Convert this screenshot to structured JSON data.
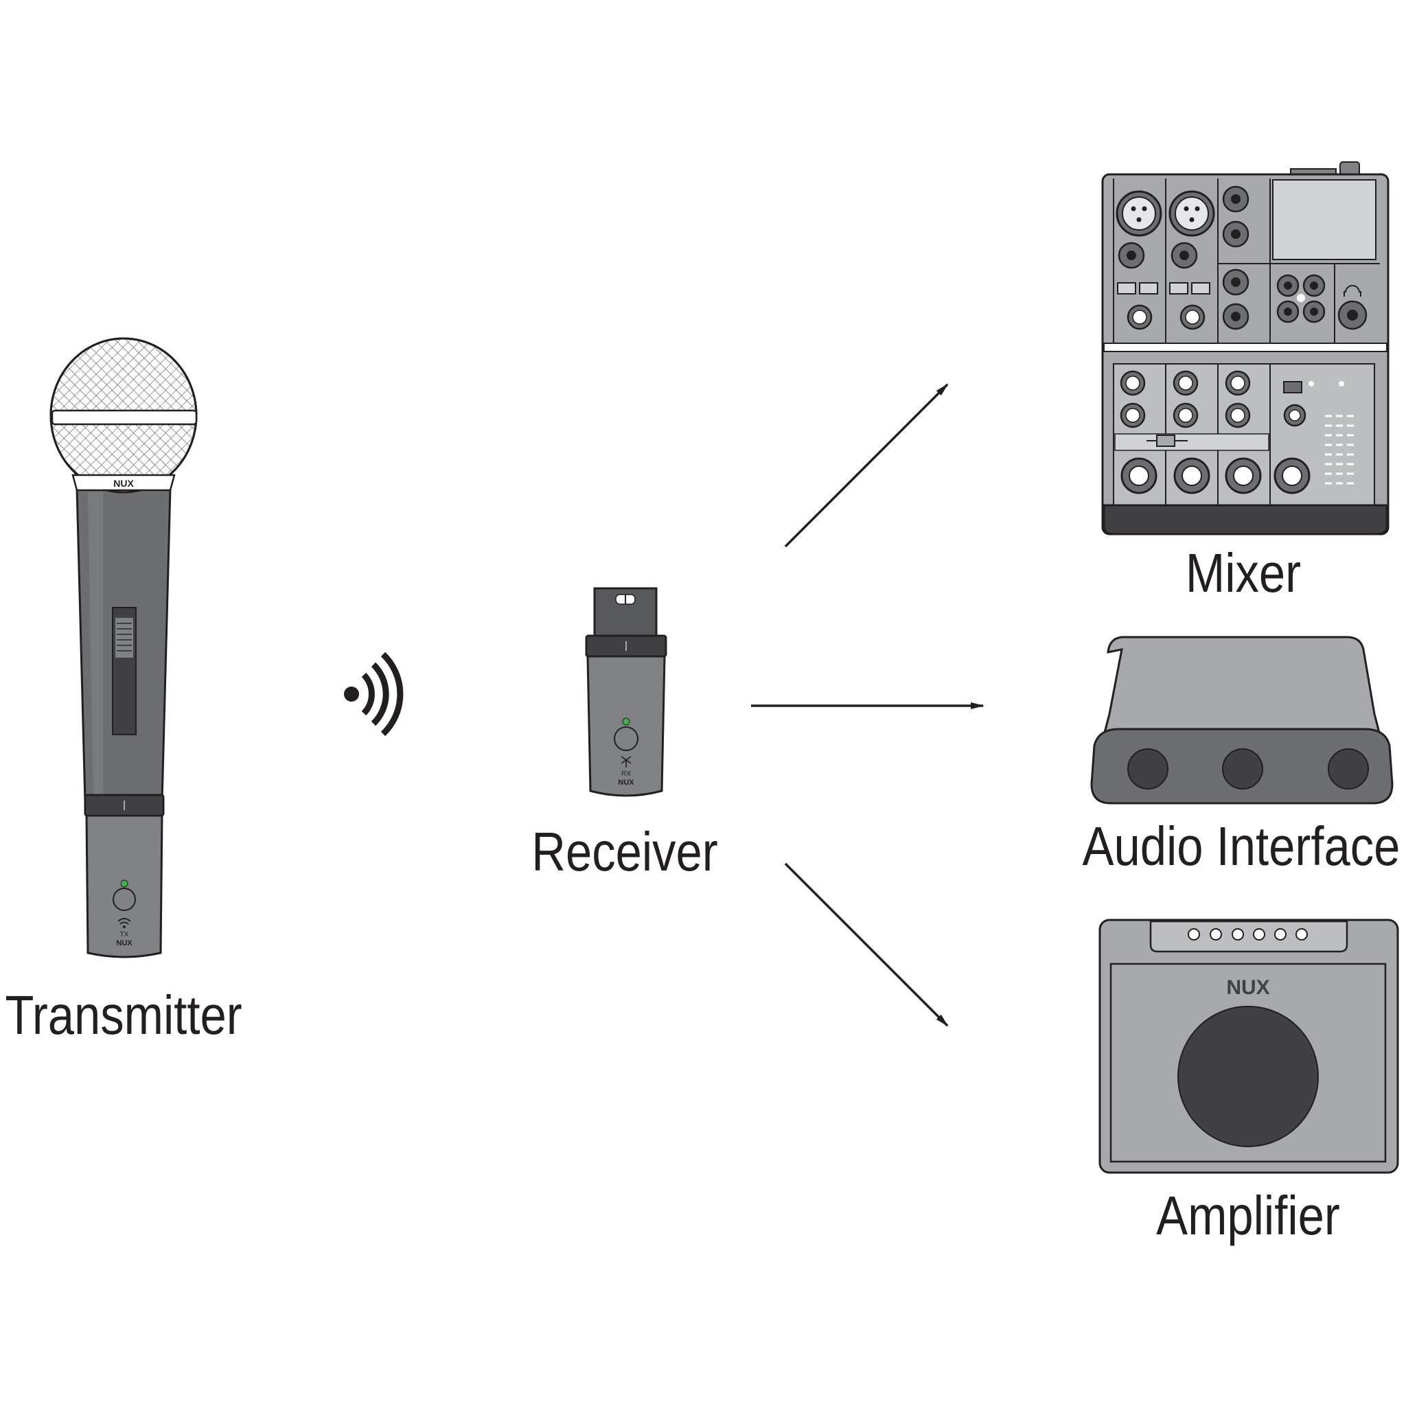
{
  "labels": {
    "transmitter": "Transmitter",
    "receiver": "Receiver",
    "mixer": "Mixer",
    "audio_interface": "Audio Interface",
    "amplifier": "Amplifier"
  },
  "device_text": {
    "mic_brand": "NUX",
    "transmitter_brand": "NUX",
    "transmitter_tag": "TX",
    "receiver_brand": "NUX",
    "receiver_tag": "RX",
    "amp_brand": "NUX"
  },
  "colors": {
    "ink": "#231f20",
    "body_dark": "#58595b",
    "body_mid": "#6d6e71",
    "body_light": "#a7a9ac",
    "panel_light": "#d1d3d4",
    "led_green": "#39b54a",
    "speaker": "#414042"
  }
}
